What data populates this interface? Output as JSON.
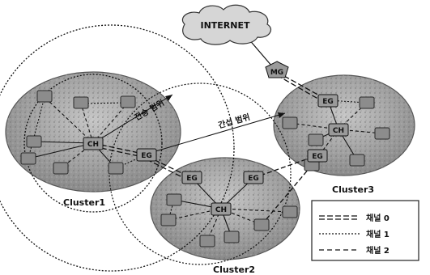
{
  "internet": {
    "label": "INTERNET"
  },
  "gateway": {
    "mg_label": "MG"
  },
  "clusters": [
    {
      "name": "Cluster1",
      "ch_label": "CH",
      "eg_label": "EG"
    },
    {
      "name": "Cluster2",
      "ch_label": "CH",
      "eg_labels": [
        "EG",
        "EG"
      ]
    },
    {
      "name": "Cluster3",
      "ch_label": "CH",
      "eg_labels": [
        "EG",
        "EG"
      ]
    }
  ],
  "ranges": {
    "transmission_label": "전송 범위",
    "interference_label": "간섭 범위"
  },
  "legend": {
    "items": [
      {
        "style": "double-dash",
        "label": "채널 0"
      },
      {
        "style": "dotted",
        "label": "채널 1"
      },
      {
        "style": "dashed",
        "label": "채널 2"
      }
    ]
  },
  "colors": {
    "cluster_fill": "#9a9a9a",
    "node_fill": "#8c8c8c",
    "link": "#111111",
    "cloud_fill": "#d6d6d6"
  }
}
